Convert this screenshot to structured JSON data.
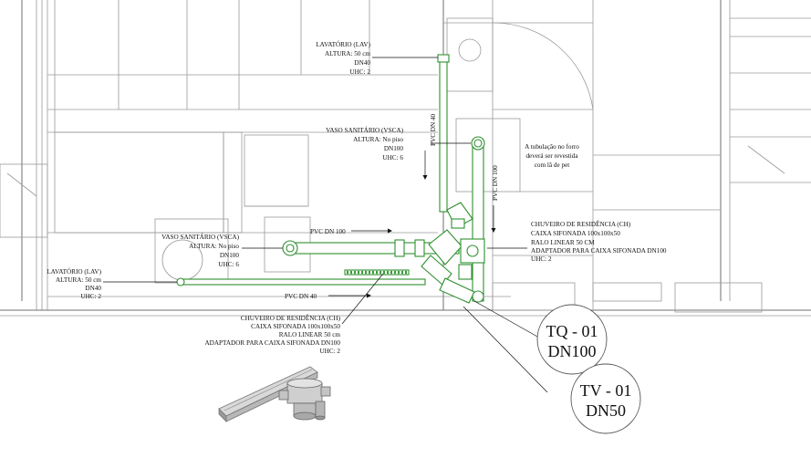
{
  "colors": {
    "pipe": "#2f8f2f",
    "walls": "#9a9a9a",
    "text": "#111111"
  },
  "labels": {
    "lav_top": [
      "LAVATÓRIO (LAV)",
      "ALTURA: 50 cm",
      "DN40",
      "UHC: 2"
    ],
    "vsca_top": [
      "VASO SANITÁRIO (VSCA)",
      "ALTURA: No piso",
      "DN100",
      "UHC: 6"
    ],
    "note": [
      "A tubulação no forro",
      "deverá ser revestida",
      "com lã de pet"
    ],
    "vsca_left": [
      "VASO SANITÁRIO (VSCA)",
      "ALTURA: No piso",
      "DN100",
      "UHC: 6"
    ],
    "ch_right": [
      "CHUVEIRO DE RESIDÊNCIA (CH)",
      "CAIXA SIFONADA 100x100x50",
      "RALO LINEAR 50 CM",
      "ADAPTADOR PARA CAIXA SIFONADA DN100",
      "UHC: 2"
    ],
    "lav_left": [
      "LAVATÓRIO (LAV)",
      "ALTURA: 50 cm",
      "DN40",
      "UHC: 2"
    ],
    "ch_bottom": [
      "CHUVEIRO DE RESIDÊNCIA (CH)",
      "CAIXA SIFONADA 100x100x50",
      "RALO LINEAR 50 cm",
      "ADAPTADOR PARA CAIXA SIFONADA DN100",
      "UHC: 2"
    ]
  },
  "pipe_labels": {
    "pvc_dn40_vertical": "PVC DN 40",
    "pvc_dn100_vertical": "PVC DN 100",
    "pvc_dn100_horizontal": "PVC DN 100",
    "pvc_dn40_horizontal": "PVC DN 40"
  },
  "tags": {
    "tq": {
      "line1": "TQ - 01",
      "line2": "DN100"
    },
    "tv": {
      "line1": "TV - 01",
      "line2": "DN50"
    }
  }
}
